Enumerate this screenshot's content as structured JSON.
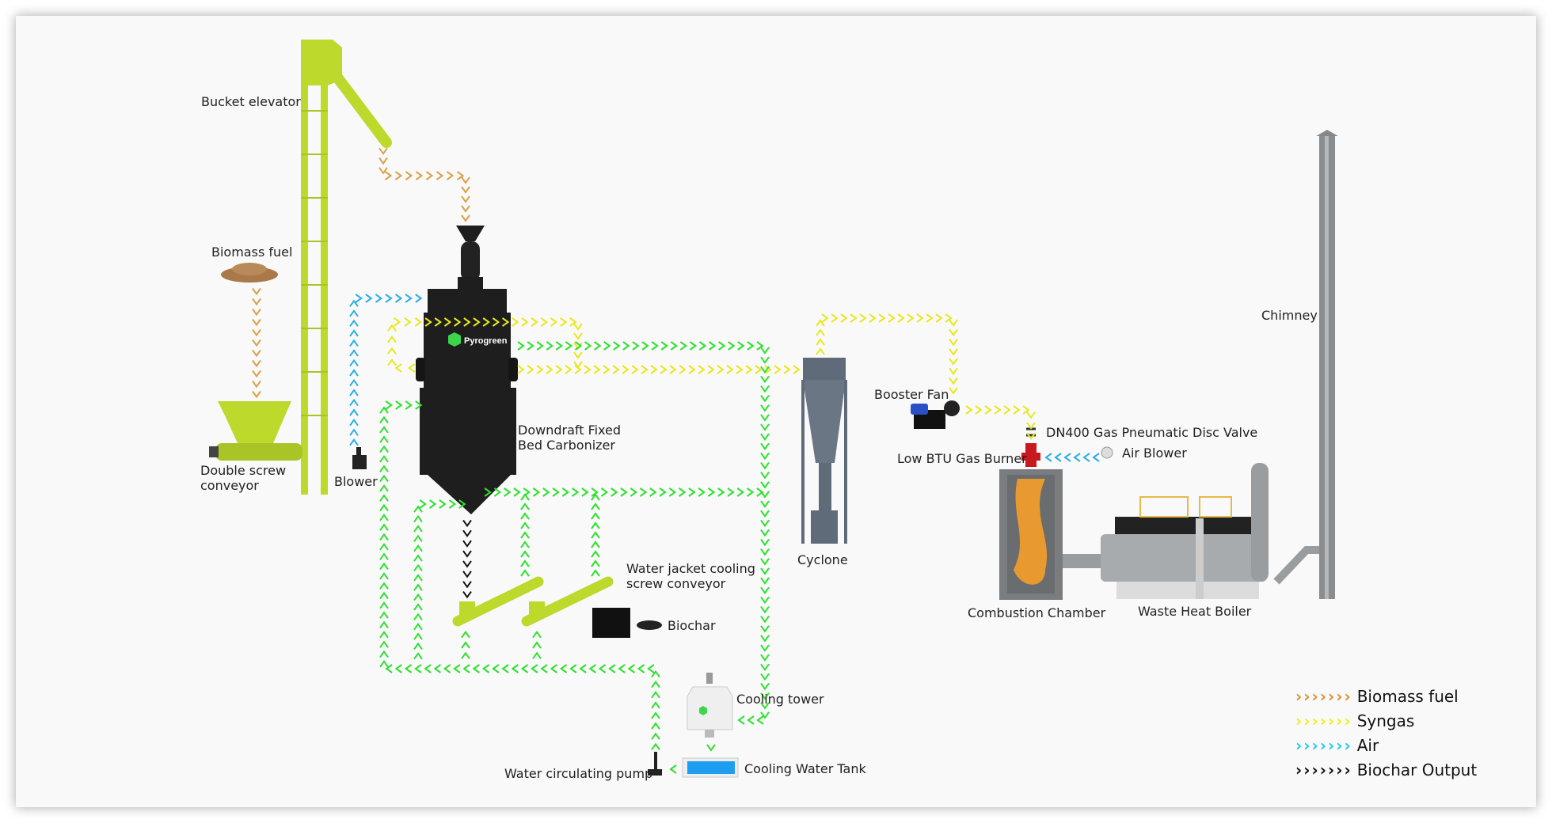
{
  "title": "Biochar carbonization process flow diagram",
  "brand": "Pyrogreen",
  "labels": {
    "bucket_elevator": "Bucket elevator",
    "biomass_fuel": "Biomass fuel",
    "double_screw_conveyor_1": "Double screw",
    "double_screw_conveyor_2": "conveyor",
    "blower": "Blower",
    "carbonizer_1": "Downdraft Fixed",
    "carbonizer_2": "Bed Carbonizer",
    "water_jacket_1": "Water jacket cooling",
    "water_jacket_2": "screw conveyor",
    "biochar": "Biochar",
    "cyclone": "Cyclone",
    "booster_fan": "Booster Fan",
    "disc_valve": "DN400 Gas Pneumatic Disc Valve",
    "gas_burner": "Low BTU Gas Burner",
    "air_blower": "Air Blower",
    "combustion_chamber": "Combustion Chamber",
    "waste_heat_boiler": "Waste Heat Boiler",
    "chimney": "Chimney",
    "cooling_tower": "Cooling tower",
    "cooling_water_tank": "Cooling Water Tank",
    "water_pump": "Water circulating pump"
  },
  "legend": [
    {
      "arrows": "›››››››",
      "label": "Biomass fuel",
      "color": "#d9902e"
    },
    {
      "arrows": "›››››››",
      "label": "Syngas",
      "color": "#f2f21a"
    },
    {
      "arrows": "›››››››",
      "label": "Air",
      "color": "#1ec8f0"
    },
    {
      "arrows": "›››››››",
      "label": "Biochar Output",
      "color": "#111111"
    }
  ],
  "colors": {
    "biomass": "#d9a24a",
    "syngas": "#e8e820",
    "air": "#2aaee6",
    "water": "#2ee02e",
    "biochar": "#111111",
    "equipment_green": "#bcd92c",
    "equipment_dark": "#1e1e1e",
    "steel": "#8a8d90",
    "cyclone": "#5f6b78"
  }
}
